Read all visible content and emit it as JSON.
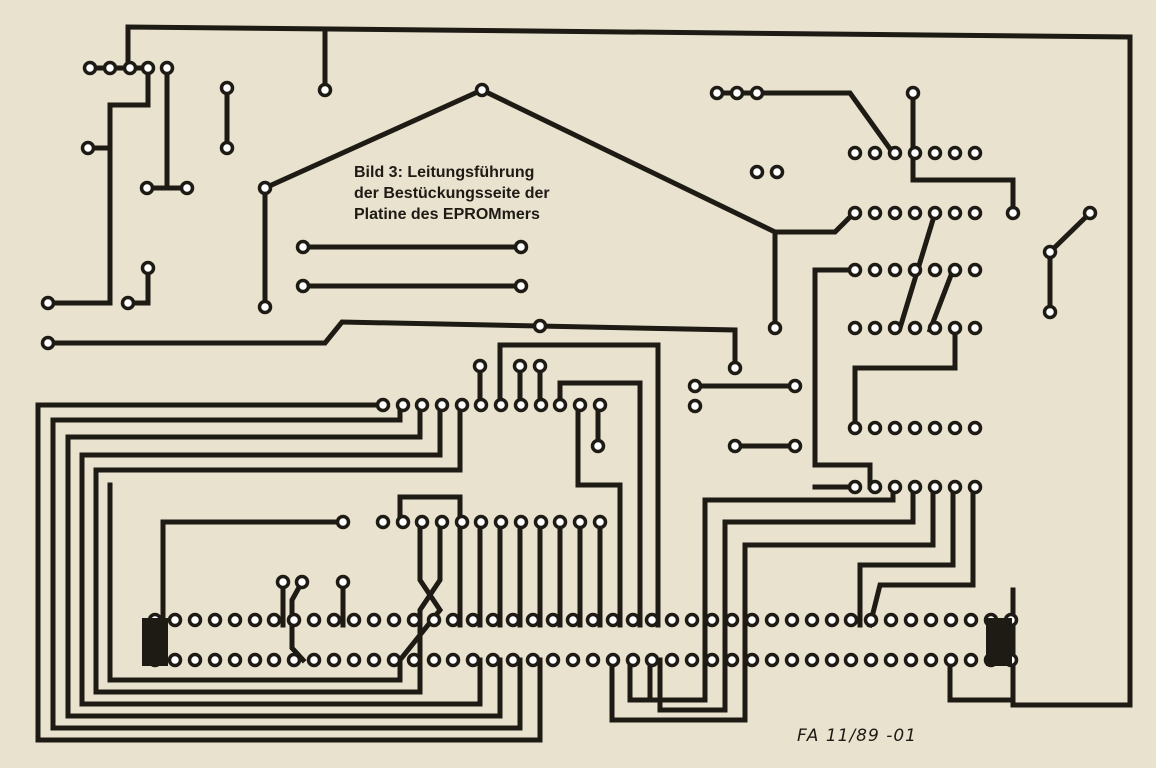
{
  "figure": {
    "caption_lines": [
      "Bild 3: Leitungsführung",
      "der Bestückungsseite der",
      "Platine des EPROMmers"
    ],
    "code": "FA  11/89 -01"
  },
  "colors": {
    "paper": "#e9e2cf",
    "trace": "#1e1a14",
    "pad_hole": "#ffffff"
  }
}
